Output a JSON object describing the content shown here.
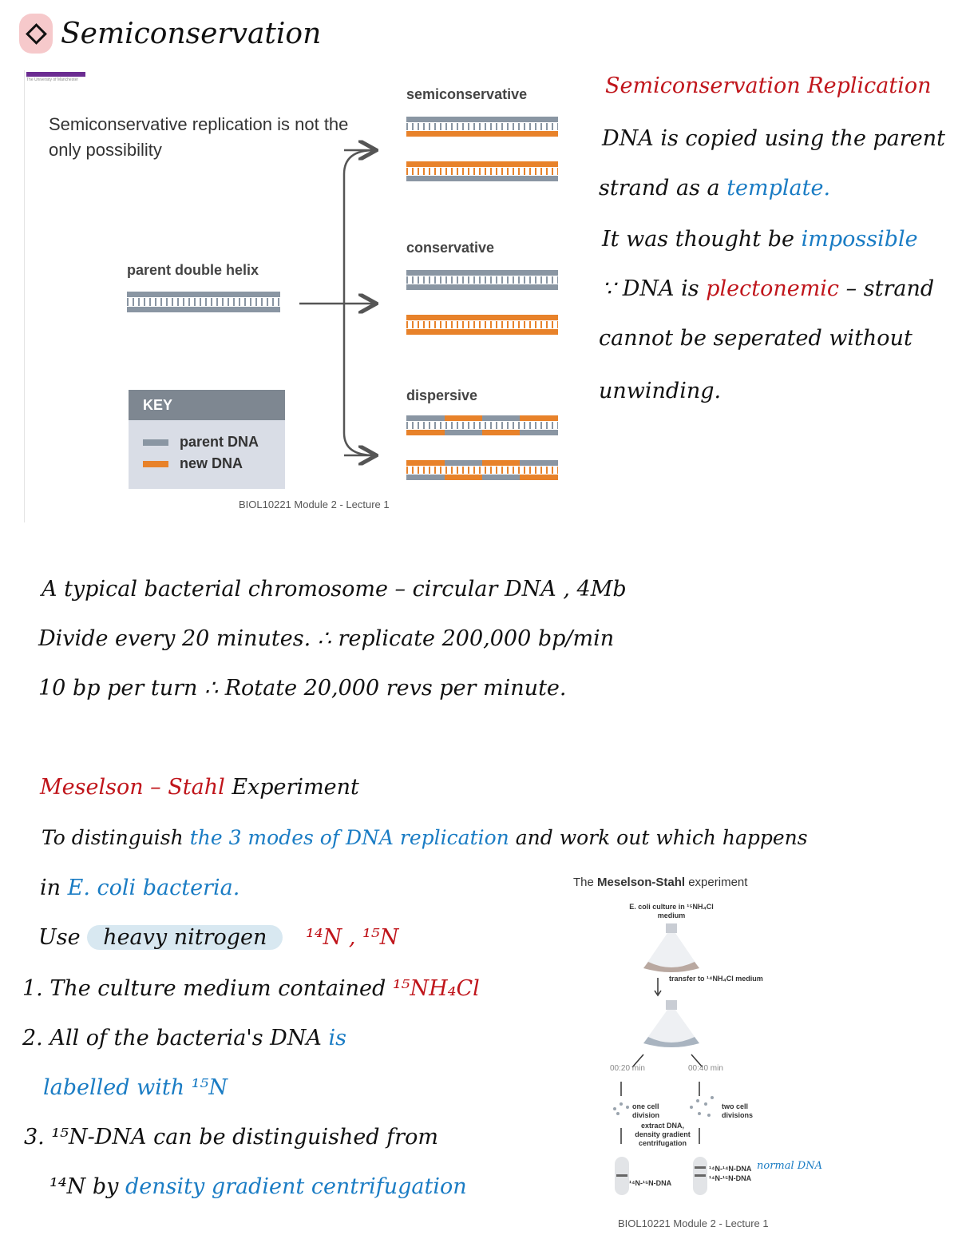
{
  "title": {
    "text": "Semiconservation"
  },
  "slide1": {
    "logo_text": "The University of Manchester",
    "heading": "Semiconservative replication is not the only possibility",
    "labels": {
      "parent": "parent double helix",
      "semiconservative": "semiconservative",
      "conservative": "conservative",
      "dispersive": "dispersive"
    },
    "key": {
      "title": "KEY",
      "parent": "parent DNA",
      "new": "new DNA"
    },
    "footer": "BIOL10221 Module 2 - Lecture 1",
    "colors": {
      "parent": "#8a96a3",
      "new": "#e8822a"
    }
  },
  "notes_right": {
    "heading": "Semiconservation Replication",
    "line1": "DNA is copied using the parent",
    "line2_a": "strand as a",
    "line2_b": "template.",
    "line3_a": "It was thought be",
    "line3_b": "impossible",
    "line4_a": "∵ DNA is",
    "line4_b": "plectonemic",
    "line4_c": "– strand",
    "line5": "cannot be seperated without",
    "line6": "unwinding."
  },
  "notes_mid": {
    "line1": "A typical bacterial chromosome – circular DNA , 4Mb",
    "line2": "Divide every 20 minutes. ∴ replicate 200,000 bp/min",
    "line3": "10 bp per turn   ∴ Rotate 20,000 revs per minute."
  },
  "meselson": {
    "heading_a": "Meselson – Stahl",
    "heading_b": "Experiment",
    "l1_a": "To distinguish",
    "l1_b": "the 3 modes of DNA replication",
    "l1_c": "and work out which happens",
    "l2_a": "in",
    "l2_b": "E. coli bacteria.",
    "l3_a": "Use",
    "l3_b": "heavy nitrogen",
    "l3_c": "¹⁴N , ¹⁵N",
    "l4_a": "1. The culture medium contained",
    "l4_b": "¹⁵NH₄Cl",
    "l5_a": "2. All of the bacteria's DNA",
    "l5_b": "is",
    "l6": "labelled with ¹⁵N",
    "l7": "3. ¹⁵N-DNA can be distinguished from",
    "l8_a": "¹⁴N by",
    "l8_b": "density gradient centrifugation"
  },
  "slide2": {
    "title_pre": "The ",
    "title_bold": "Meselson-Stahl",
    "title_post": " experiment",
    "culture": "E. coli culture in ¹⁵NH₄Cl medium",
    "transfer": "transfer to ¹⁴NH₄Cl medium",
    "time1": "00:20 min",
    "time2": "00:40 min",
    "one_div": "one cell division",
    "two_div": "two cell divisions",
    "extract": "extract DNA, density gradient centrifugation",
    "band1": "¹⁴N-¹⁵N-DNA",
    "band2a": "¹⁴N-¹⁴N-DNA",
    "band2b": "¹⁴N-¹⁵N-DNA",
    "normal": "normal DNA",
    "footer": "BIOL10221 Module 2 - Lecture 1"
  }
}
